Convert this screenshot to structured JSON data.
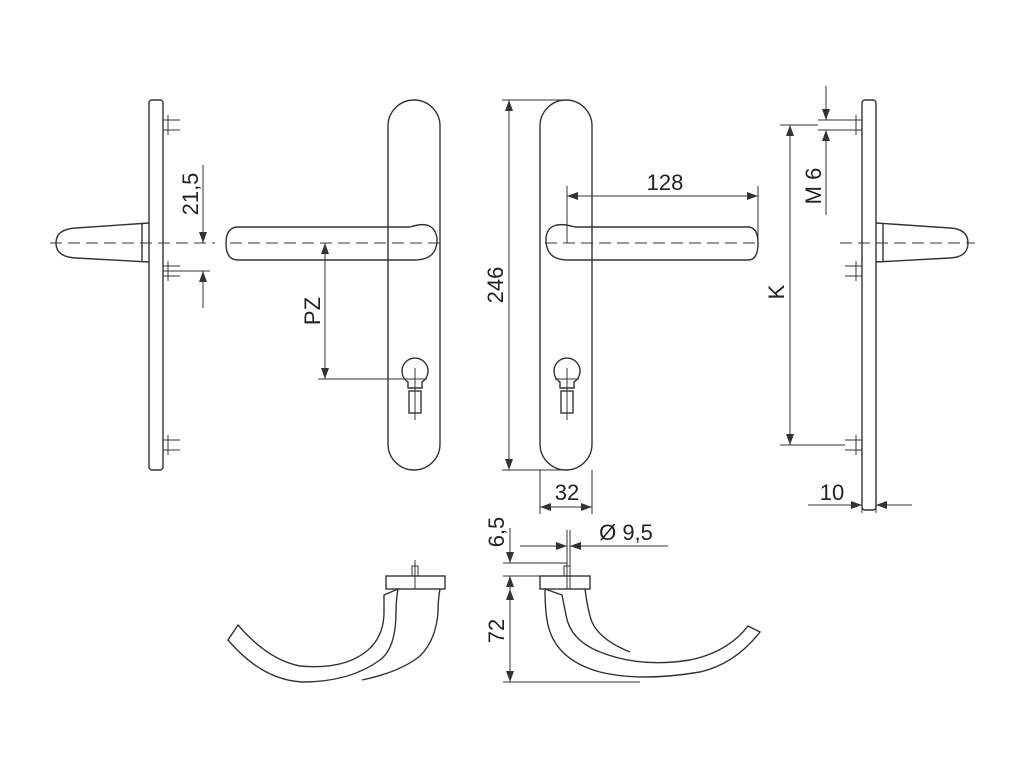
{
  "dimensions": {
    "d_21_5": "21,5",
    "d_pz": "PZ",
    "d_128": "128",
    "d_246": "246",
    "d_m6": "M 6",
    "d_k": "K",
    "d_32": "32",
    "d_10": "10",
    "d_6_5": "6,5",
    "d_9_5": "Ø 9,5",
    "d_72": "72"
  }
}
